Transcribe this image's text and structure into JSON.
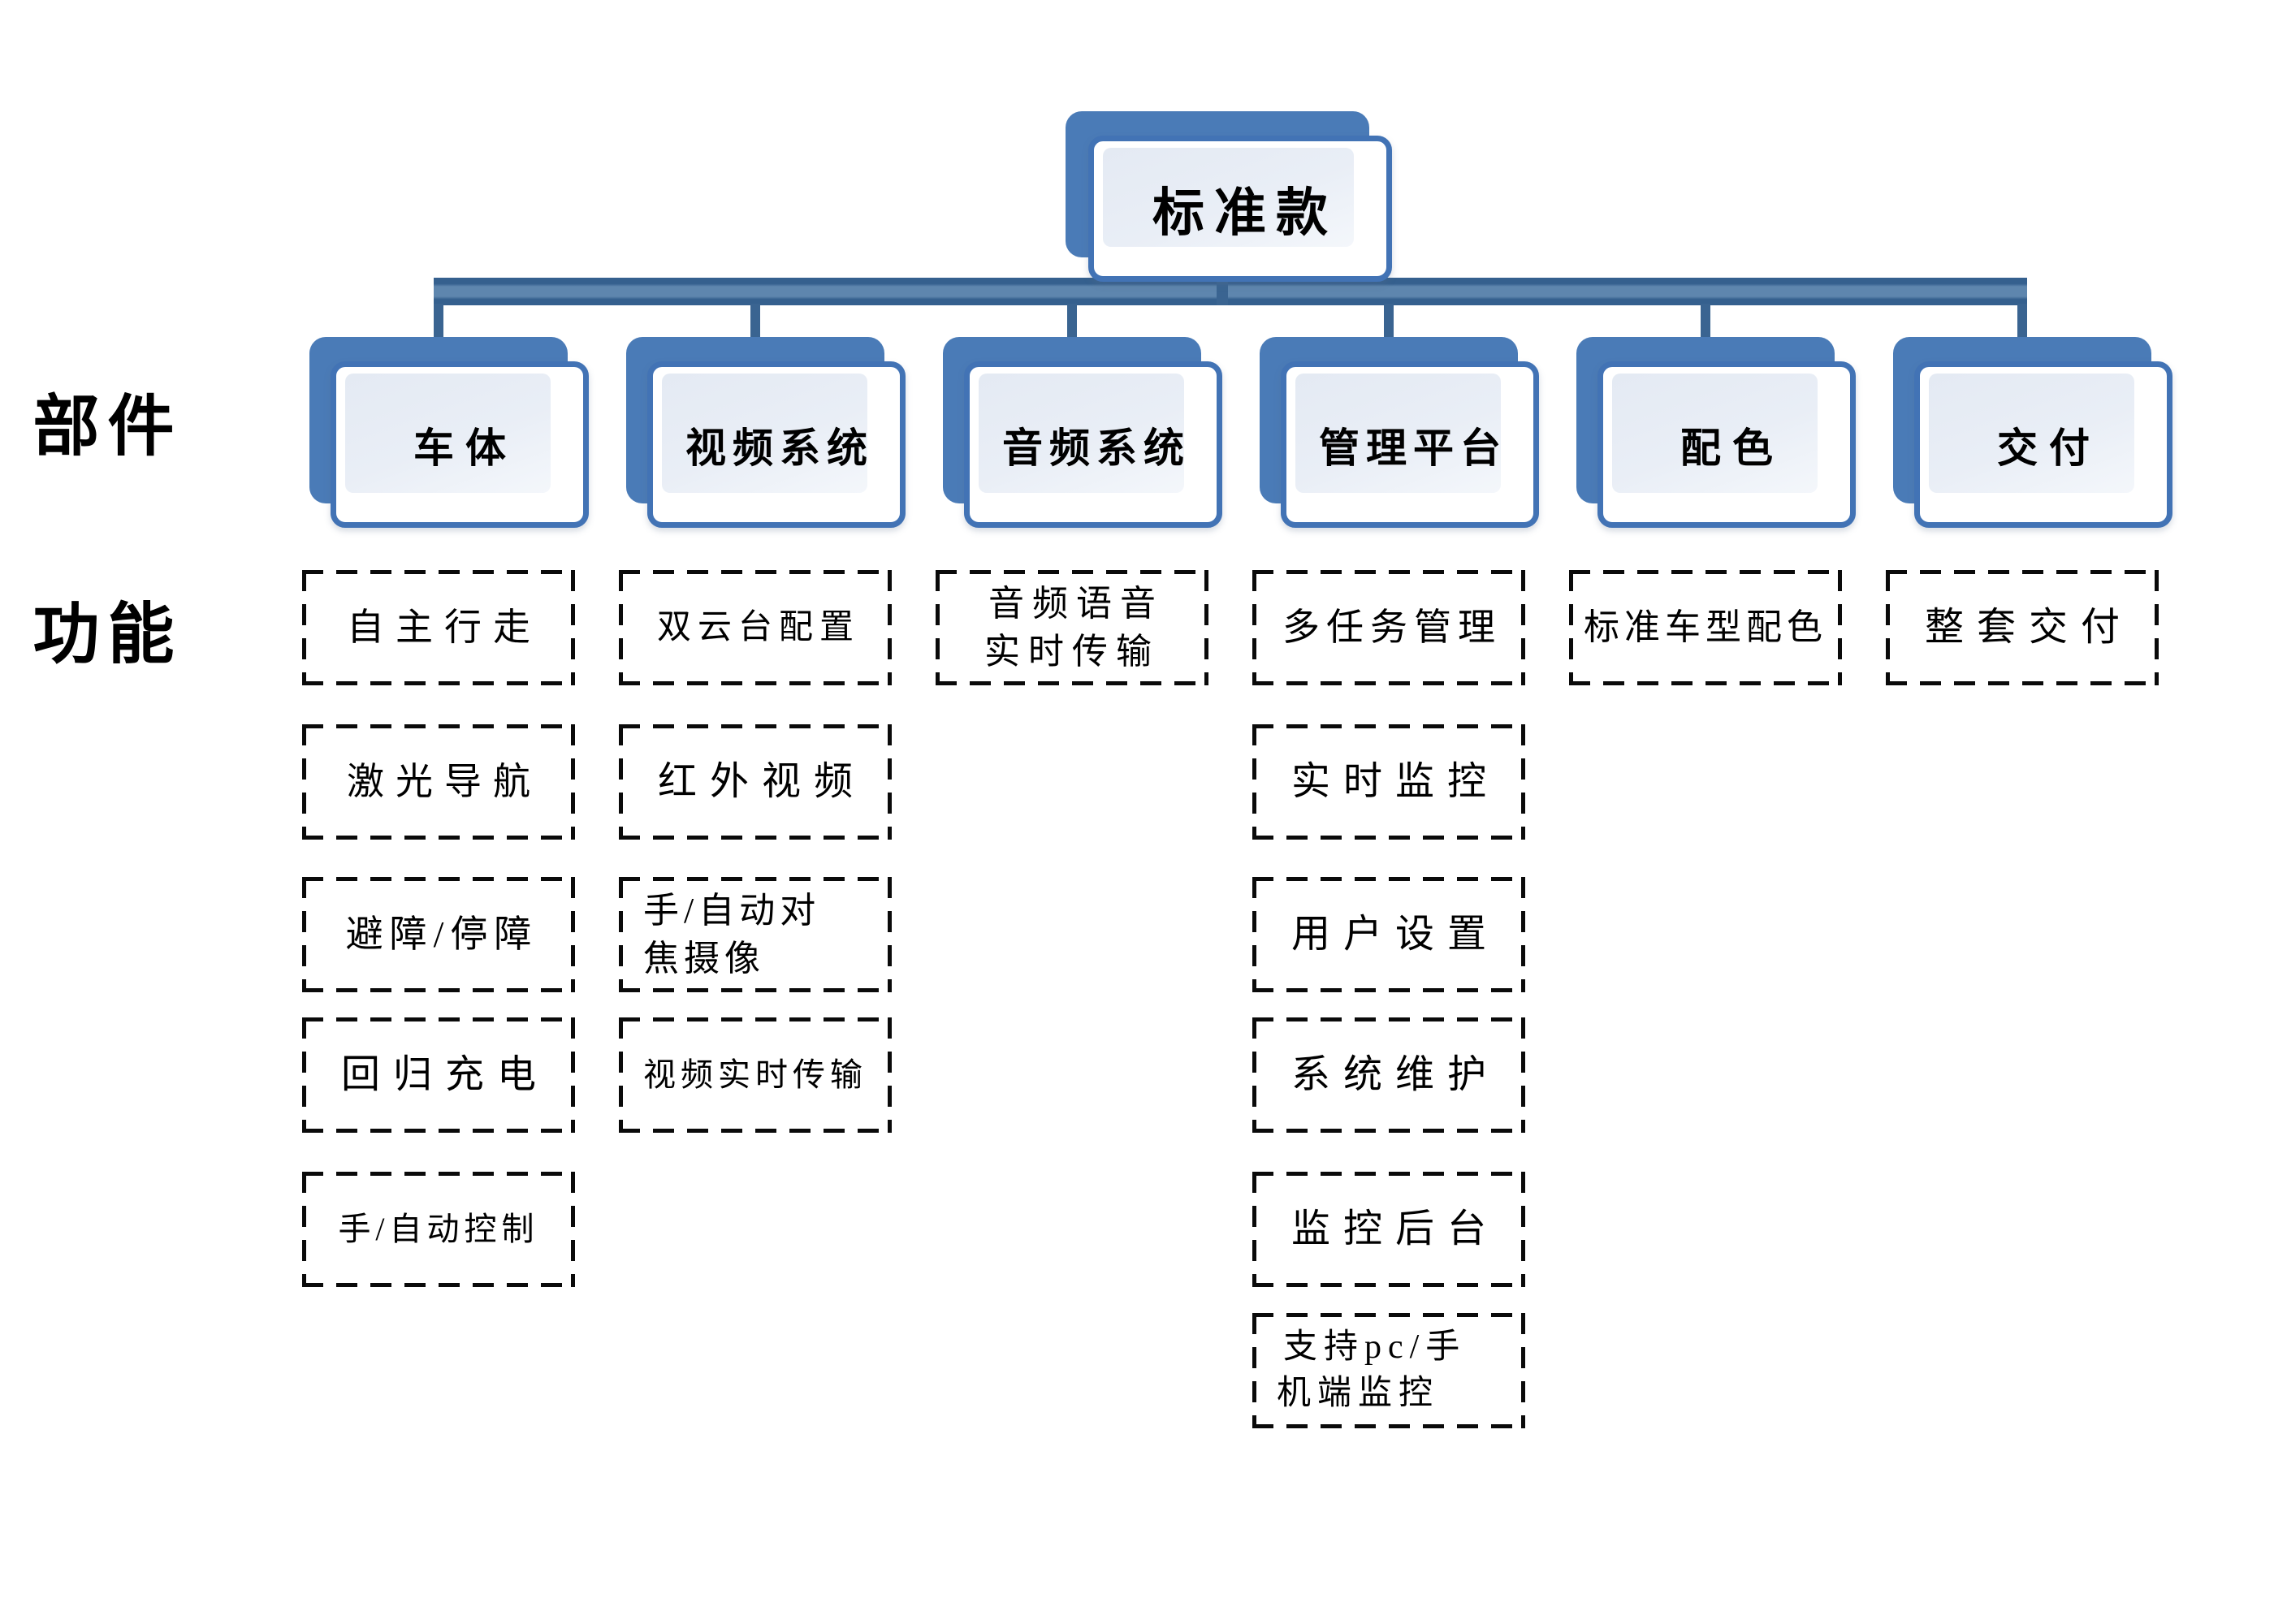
{
  "root": {
    "label": "标准款"
  },
  "row_labels": {
    "components": "部件",
    "functions": "功能"
  },
  "columns": [
    {
      "label": "车体",
      "functions": [
        "自主行走",
        "激光导航",
        "避障/停障",
        "回归充电",
        "手/自动控制"
      ]
    },
    {
      "label": "视频系统",
      "functions": [
        "双云台配置",
        "红外视频",
        "手/自动对\n焦摄像",
        "视频实时传输"
      ]
    },
    {
      "label": "音频系统",
      "functions": [
        "音频语音\n实时传输"
      ]
    },
    {
      "label": "管理平台",
      "functions": [
        "多任务管理",
        "实时监控",
        "用户设置",
        "系统维护",
        "监控后台",
        "支持pc/手\n机端监控"
      ]
    },
    {
      "label": "配色",
      "functions": [
        "标准车型配色"
      ]
    },
    {
      "label": "交付",
      "functions": [
        "整套交付"
      ]
    }
  ],
  "colors": {
    "node_fill_blue": "#4a7bb7",
    "node_border_blue": "#4273b5",
    "node_panel_light": "#e8edf5",
    "connector_dark_blue": "#3a6491",
    "dash_black": "#0a0a0a",
    "background": "#ffffff"
  }
}
